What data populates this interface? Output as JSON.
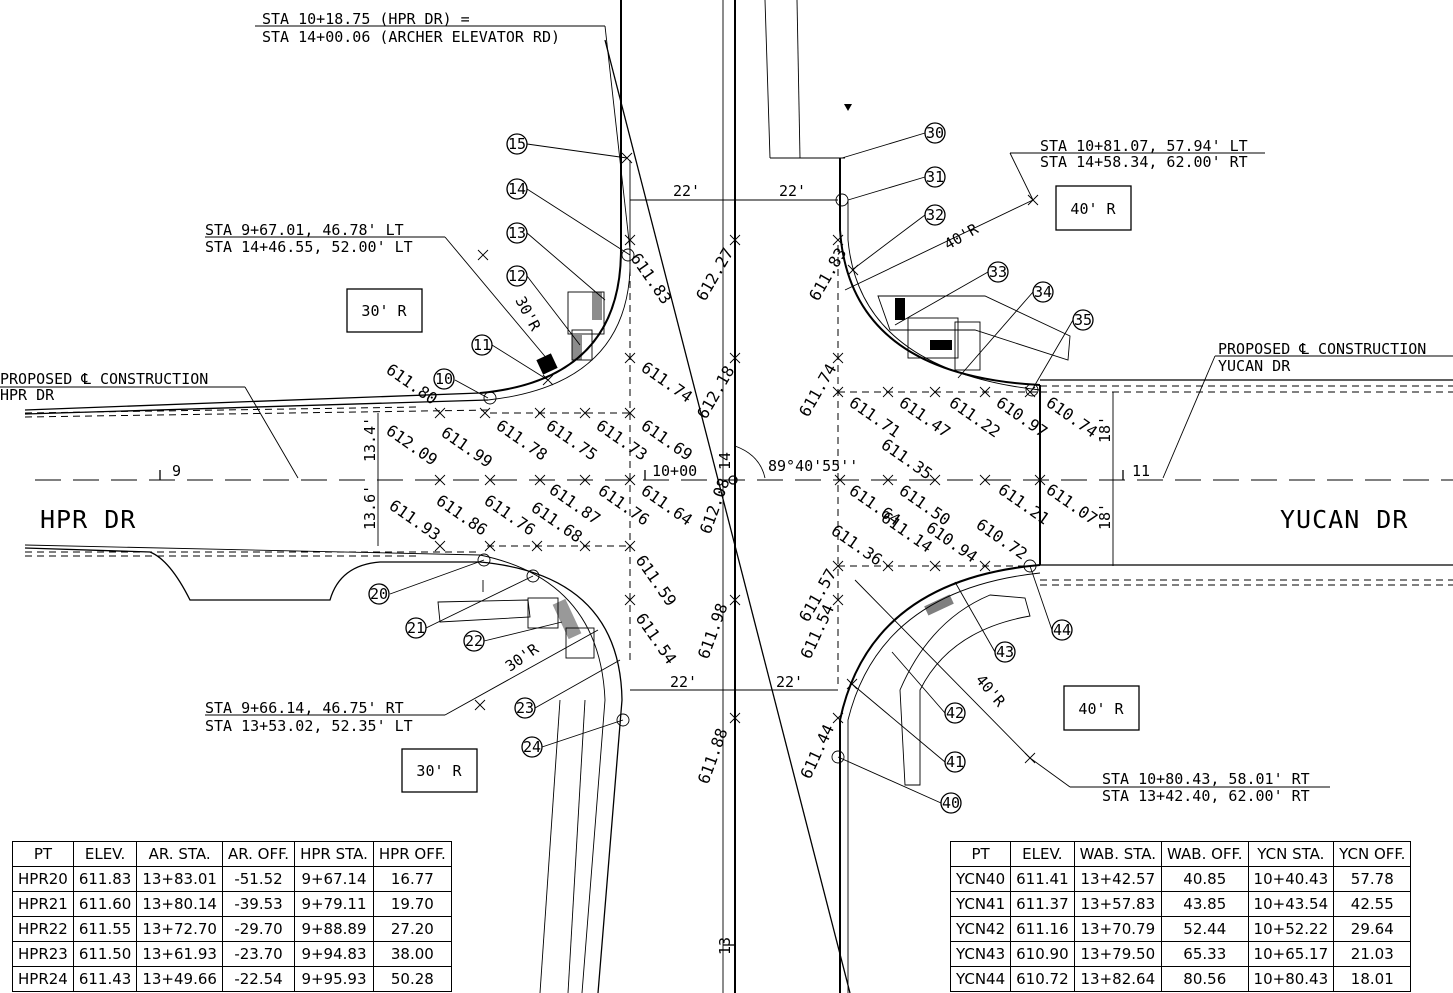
{
  "labels": {
    "sta_note_1a": "STA 10+18.75 (HPR DR) =",
    "sta_note_1b": "STA 14+00.06 (ARCHER ELEVATOR RD)",
    "sta_note_2a": "STA 10+81.07, 57.94' LT",
    "sta_note_2b": "STA 14+58.34, 62.00' RT",
    "sta_note_3a": "STA 9+67.01, 46.78' LT",
    "sta_note_3b": "STA 14+46.55, 52.00' LT",
    "sta_note_4a": "STA 9+66.14, 46.75' RT",
    "sta_note_4b": "STA 13+53.02, 52.35' LT",
    "sta_note_5a": "STA 10+80.43, 58.01' RT",
    "sta_note_5b": "STA 13+42.40, 62.00' RT",
    "prop_cl_hpr_a": "PROPOSED ℄ CONSTRUCTION",
    "prop_cl_hpr_b": "HPR DR",
    "prop_cl_ycn_a": "PROPOSED ℄ CONSTRUCTION",
    "prop_cl_ycn_b": "YUCAN DR",
    "road_hpr": "HPR DR",
    "road_ycn": "YUCAN DR",
    "radius_nw_box": "30' R",
    "radius_sw_box": "30' R",
    "radius_ne_box": "40' R",
    "radius_se_box": "40' R",
    "radius_nw": "30'R",
    "radius_sw": "30'R",
    "radius_ne": "40'R",
    "radius_se": "40'R",
    "dim_22_nw": "22'",
    "dim_22_ne": "22'",
    "dim_22_sw": "22'",
    "dim_22_se": "22'",
    "dim_13_4": "13.4'",
    "dim_13_6": "13.6'",
    "dim_18_n": "18'",
    "dim_18_s": "18'",
    "angle": "89°40'55''",
    "sta_10_00": "10+00",
    "sta_9": "9",
    "sta_11": "11",
    "sta_13": "13",
    "sta_14": "14"
  },
  "point_numbers": [
    "10",
    "11",
    "12",
    "13",
    "14",
    "15",
    "20",
    "21",
    "22",
    "23",
    "24",
    "30",
    "31",
    "32",
    "33",
    "34",
    "35",
    "40",
    "41",
    "42",
    "43",
    "44"
  ],
  "elevations": [
    "611.83",
    "612.27",
    "611.83",
    "611.74",
    "611.69",
    "612.18",
    "611.80",
    "612.09",
    "611.99",
    "611.78",
    "611.75",
    "611.73",
    "611.74",
    "611.71",
    "611.47",
    "611.22",
    "610.97",
    "610.74",
    "611.35",
    "611.93",
    "611.86",
    "611.76",
    "611.68",
    "611.87",
    "611.76",
    "611.64",
    "612.08",
    "611.64",
    "611.50",
    "610.94",
    "610.72",
    "611.21",
    "611.07",
    "611.36",
    "611.14",
    "611.59",
    "611.54",
    "611.57",
    "611.54",
    "611.98",
    "611.88",
    "611.44"
  ],
  "hpr_table": {
    "headers": [
      "PT",
      "ELEV.",
      "AR. STA.",
      "AR. OFF.",
      "HPR STA.",
      "HPR OFF."
    ],
    "rows": [
      [
        "HPR20",
        "611.83",
        "13+83.01",
        "-51.52",
        "9+67.14",
        "16.77"
      ],
      [
        "HPR21",
        "611.60",
        "13+80.14",
        "-39.53",
        "9+79.11",
        "19.70"
      ],
      [
        "HPR22",
        "611.55",
        "13+72.70",
        "-29.70",
        "9+88.89",
        "27.20"
      ],
      [
        "HPR23",
        "611.50",
        "13+61.93",
        "-23.70",
        "9+94.83",
        "38.00"
      ],
      [
        "HPR24",
        "611.43",
        "13+49.66",
        "-22.54",
        "9+95.93",
        "50.28"
      ]
    ]
  },
  "ycn_table": {
    "headers": [
      "PT",
      "ELEV.",
      "WAB. STA.",
      "WAB. OFF.",
      "YCN STA.",
      "YCN OFF."
    ],
    "rows": [
      [
        "YCN40",
        "611.41",
        "13+42.57",
        "40.85",
        "10+40.43",
        "57.78"
      ],
      [
        "YCN41",
        "611.37",
        "13+57.83",
        "43.85",
        "10+43.54",
        "42.55"
      ],
      [
        "YCN42",
        "611.16",
        "13+70.79",
        "52.44",
        "10+52.22",
        "29.64"
      ],
      [
        "YCN43",
        "610.90",
        "13+79.50",
        "65.33",
        "10+65.17",
        "21.03"
      ],
      [
        "YCN44",
        "610.72",
        "13+82.64",
        "80.56",
        "10+80.43",
        "18.01"
      ]
    ]
  }
}
